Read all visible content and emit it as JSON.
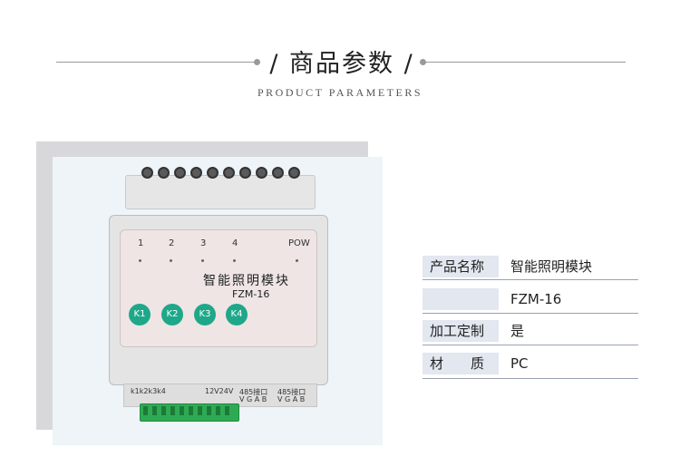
{
  "header": {
    "title": "/ 商品参数 /",
    "subtitle": "PRODUCT PARAMETERS"
  },
  "product": {
    "channel_numbers": [
      "1",
      "2",
      "3",
      "4"
    ],
    "pow_label": "POW",
    "face_title": "智能照明模块",
    "face_model": "FZM-16",
    "buttons": [
      "K1",
      "K2",
      "K3",
      "K4"
    ],
    "bottom_labels": {
      "keys": "k1k2k3k4",
      "power": "12V24V",
      "port1": "485接口",
      "port1_pins": "V G A B",
      "port2": "485接口",
      "port2_pins": "V G A B"
    }
  },
  "specs": [
    {
      "label": "产品名称",
      "value": "智能照明模块"
    },
    {
      "label": "",
      "value": "FZM-16"
    },
    {
      "label": "加工定制",
      "value": "是"
    },
    {
      "label": "材　　质",
      "value": "PC"
    }
  ],
  "colors": {
    "label_bg": "#e2e7f0",
    "button_green": "#1ea889",
    "terminal_green": "#2faa54"
  }
}
